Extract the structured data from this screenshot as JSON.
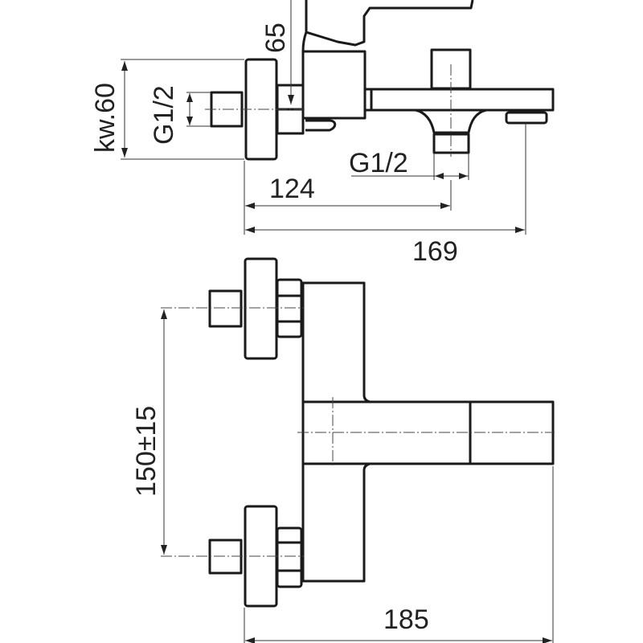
{
  "drawing": {
    "side_view": {
      "dim_handle_height": "65",
      "dim_wall_rosette": "kw.60",
      "dim_inlet_thread": "G1/2",
      "dim_outlet_thread": "G1/2",
      "dim_outlet_distance": "124",
      "dim_spout_reach": "169"
    },
    "front_view": {
      "dim_inlet_spacing": "150±15",
      "dim_total_width": "185"
    },
    "line_color": "#1a1a1a"
  }
}
